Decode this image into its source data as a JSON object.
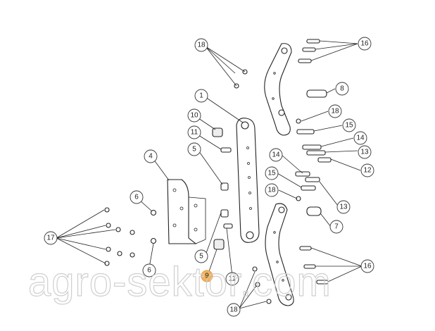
{
  "callouts": {
    "c1": "1",
    "c4": "4",
    "c5a": "5",
    "c5b": "5",
    "c6a": "6",
    "c6b": "6",
    "c7": "7",
    "c8": "8",
    "c9": "9",
    "c10": "10",
    "c11a": "11",
    "c11b": "11",
    "c12": "12",
    "c13a": "13",
    "c13b": "13",
    "c14a": "14",
    "c14b": "14",
    "c15a": "15",
    "c15b": "15",
    "c16a": "16",
    "c16b": "16",
    "c17": "17",
    "c18a": "18",
    "c18b": "18",
    "c18c": "18",
    "c18d": "18"
  },
  "highlight_color": "#f5b25a",
  "watermark": "agro-sektor.com"
}
